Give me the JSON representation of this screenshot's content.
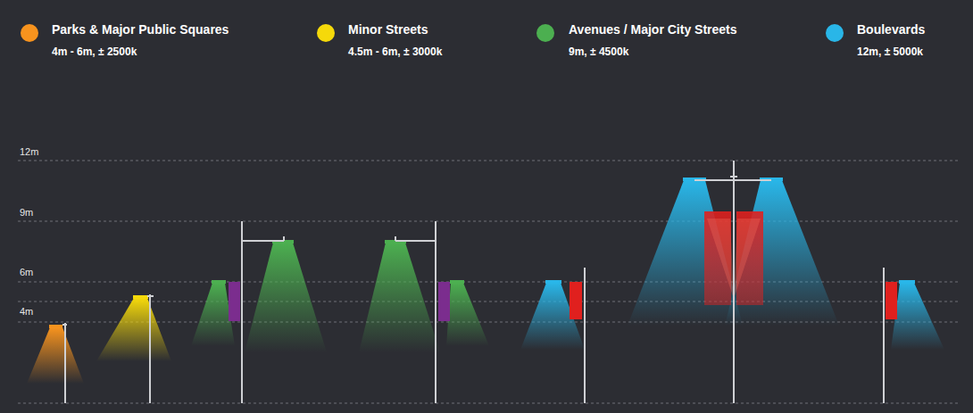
{
  "diagram": {
    "labels": [
      "12m",
      "9m",
      "6m",
      "4m",
      "4m - 6m, ± 2500k",
      "4.5m - 6m, ± 3000k",
      "9m, ± 4500k",
      "12m, ± 5000k"
    ],
    "legend": [
      {
        "text": "Parks & Major Public Squares",
        "color": "#f7931e"
      },
      {
        "text": "Minor Streets",
        "color": "#f5d90a"
      },
      {
        "text": "Avenues / Major City Streets",
        "color": "#4caf50"
      },
      {
        "text": "Boulevards",
        "color": "#29b6e8"
      }
    ]
  }
}
